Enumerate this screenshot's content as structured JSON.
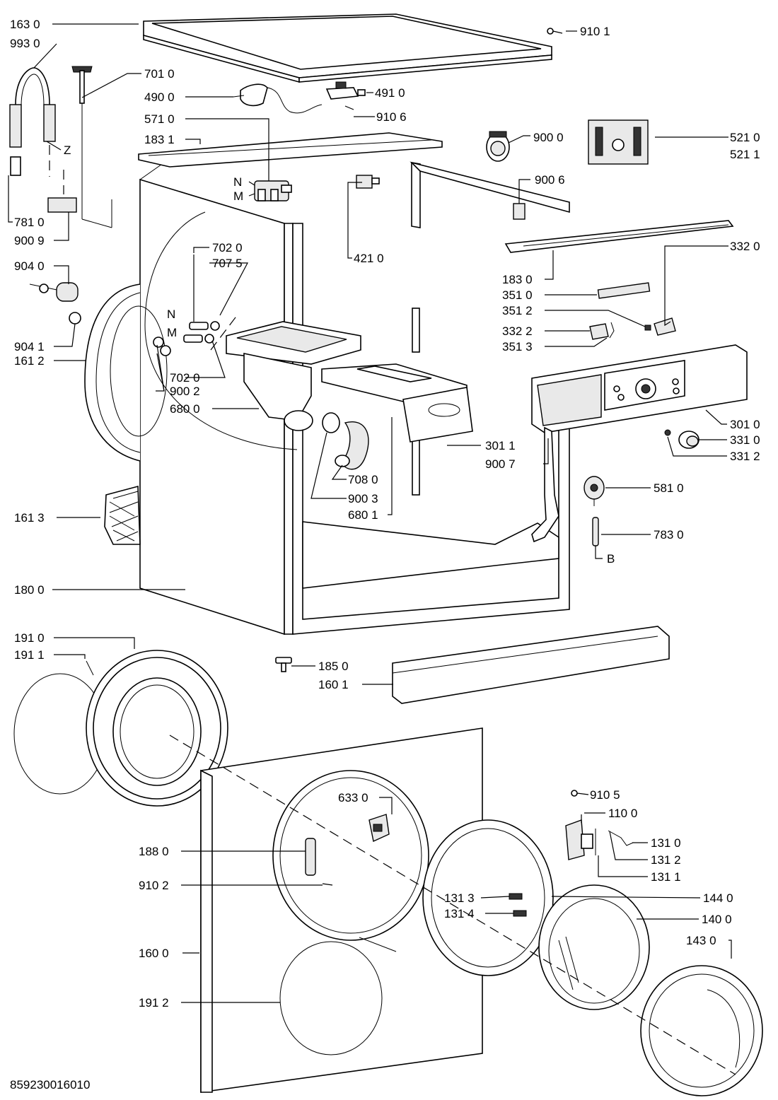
{
  "document_number": "859230016010",
  "part_labels": {
    "p1630": "163 0",
    "p9930": "993 0",
    "p9101": "910 1",
    "p7010": "701 0",
    "p4900": "490 0",
    "p4910": "491 0",
    "p5710": "571 0",
    "p9106": "910 6",
    "p1831": "183 1",
    "pZ": "Z",
    "p9000": "900 0",
    "p5210": "521 0",
    "p5211": "521 1",
    "pN1": "N",
    "pM1": "M",
    "p9006": "900 6",
    "p7810": "781 0",
    "p9009": "900 9",
    "p4210": "421 0",
    "p7020a": "702 0",
    "p7075": "707 5",
    "p3320": "332 0",
    "p9040": "904 0",
    "p1830": "183 0",
    "p3510": "351 0",
    "p3512": "351 2",
    "pN2": "N",
    "pM2": "M",
    "p3322": "332 2",
    "p9041": "904 1",
    "p3513": "351 3",
    "p1612": "161 2",
    "p7020b": "702 0",
    "p9002": "900 2",
    "p6800": "680 0",
    "p3010": "301 0",
    "p3011": "301 1",
    "p3310": "331 0",
    "p9007": "900 7",
    "p3312": "331 2",
    "p7080": "708 0",
    "p5810": "581 0",
    "p9003": "900 3",
    "p6801": "680 1",
    "p1613": "161 3",
    "p7830": "783 0",
    "pB": "B",
    "p1800": "180 0",
    "p1910": "191 0",
    "p1911": "191 1",
    "p1850": "185 0",
    "p1601": "160 1",
    "p9105": "910 5",
    "p6330": "633 0",
    "p1100": "110 0",
    "p1310": "131 0",
    "p1880": "188 0",
    "p1312": "131 2",
    "p1311": "131 1",
    "p9102": "910 2",
    "p1313": "131 3",
    "p1440": "144 0",
    "p1314": "131 4",
    "p1400": "140 0",
    "p1430": "143 0",
    "p1600": "160 0",
    "p1912": "191 2"
  }
}
